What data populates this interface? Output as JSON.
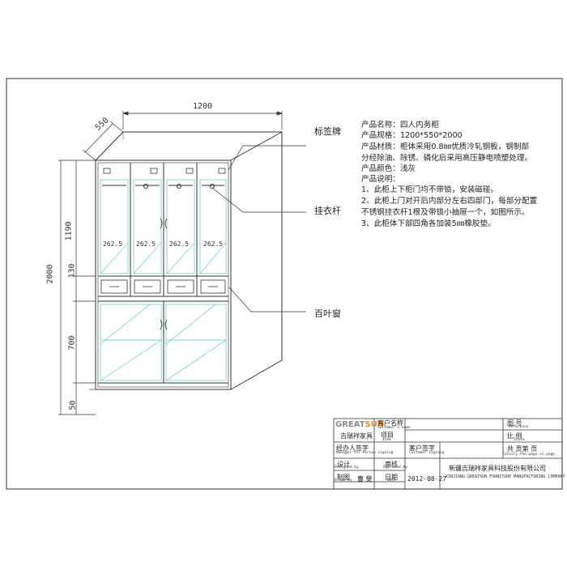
{
  "dimensions": {
    "width": "1200",
    "depth": "550",
    "total_height": "2000",
    "upper_height": "1190",
    "drawer_height": "130",
    "lower_height": "700",
    "base_height": "50",
    "bay_width": "262.5"
  },
  "callouts": {
    "tag": "标签牌",
    "rod": "挂衣杆",
    "louver": "百叶窗"
  },
  "spec": [
    "产品名称：四人内务柜",
    "产品规格：1200*550*2000",
    "产品材质：柜体采用0.8㎜优质冷轧钢板，钢制部",
    "分经除油、除锈、磷化后采用高压静电喷塑处理。",
    "产品颜色：浅灰",
    "产品说明：",
    "1、此柜上下柜门均不带锁，安装磁碰。",
    "2、此柜上门对开后内部分左右四部门，每部分配置",
    "不锈钢挂衣杆1根及带锁小抽屉一个，如图所示。",
    "3、此柜体下部四角各加装5㎜橡胶垫。"
  ],
  "title_block": {
    "brand_prefix": "GREAT",
    "brand_suffix": "SUN",
    "brand_cn": "吉瑞祥家具",
    "customer_name_cn": "客户名称",
    "customer_name_en": "Customer's name",
    "item_cn": "项目",
    "item_en": "Item",
    "manager_cn": "经办人签字",
    "manager_en": "Manager for Person signing",
    "customer_sign_cn": "客户签字",
    "customer_sign_en": "Customer signing",
    "design_cn": "设计",
    "design_en": "Designed by",
    "approve_cn": "审核",
    "approve_en": "Approved by",
    "draw_cn": "制图",
    "draw_en": "Drawn by",
    "drawer_name": "曹 斐",
    "date_cn": "日期",
    "date_en": "Date",
    "date": "2012-08-27",
    "ref_cn": "图  号",
    "ref_en": "Reference",
    "scale_cn": "比  例",
    "scale_en": "Scale",
    "pages_cn": "共        页第        页",
    "pages_en": "Totally the page is page",
    "company_cn": "新疆吉瑞祥家具科技股份有限公司",
    "company_en": "XINJIANG GREATSUN FURNITURE MANUFACTURING COMPANY"
  },
  "colors": {
    "line": "#333333",
    "glass": "#7fd3cf",
    "brand_orange": "#e8892a",
    "brand_gray": "#8a8a8a"
  }
}
